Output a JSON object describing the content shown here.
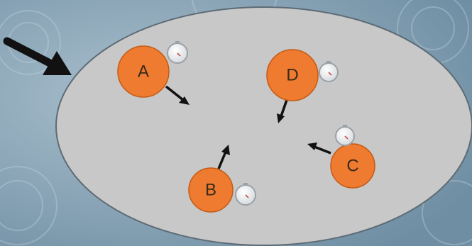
{
  "colors": {
    "background": "#6f8ea3",
    "background_light": "#a9bfcd",
    "ellipse_fill": "#c8c8c8",
    "ellipse_stroke": "#5d6b75",
    "ball_fill": "#ee7b2f",
    "ball_stroke": "#c45b16",
    "arrow": "#111111",
    "clock_face": "#f4f4f4",
    "clock_rim": "#9aa2a8"
  },
  "balls": [
    {
      "label": "A",
      "icon": "stopwatch-icon"
    },
    {
      "label": "B",
      "icon": "stopwatch-icon"
    },
    {
      "label": "C",
      "icon": "stopwatch-icon"
    },
    {
      "label": "D",
      "icon": "stopwatch-icon"
    }
  ],
  "indicator": {
    "icon": "pointer-arrow-icon"
  }
}
